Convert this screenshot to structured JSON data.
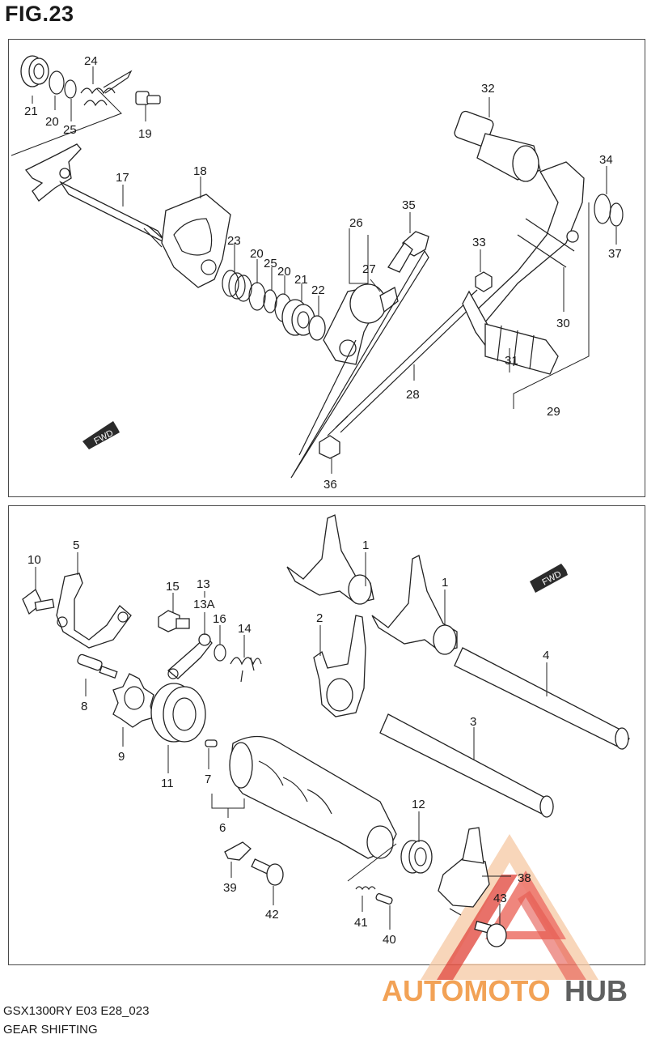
{
  "figure_title": "FIG.23",
  "footer": {
    "model_code": "GSX1300RY E03 E28_023",
    "section_title": "GEAR SHIFTING"
  },
  "fwd_badge_text": "FWD",
  "watermark": {
    "text_part1": "AUTOMOTO",
    "text_part2": "HUB",
    "colors": {
      "orange": "#f2a256",
      "red": "#e2463c",
      "gray": "#5f6060"
    }
  },
  "top_panel_labels": {
    "l24": "24",
    "l21": "21",
    "l20": "20",
    "l25": "25",
    "l19": "19",
    "l17": "17",
    "l18": "18",
    "l23": "23",
    "l20b": "20",
    "l25b": "25",
    "l20c": "20",
    "l21b": "21",
    "l22": "22",
    "l26": "26",
    "l27": "27",
    "l35": "35",
    "l32": "32",
    "l33": "33",
    "l34": "34",
    "l37": "37",
    "l30": "30",
    "l31": "31",
    "l29": "29",
    "l28": "28",
    "l36": "36"
  },
  "bottom_panel_labels": {
    "l10": "10",
    "l5": "5",
    "l15": "15",
    "l13": "13",
    "l13A": "13A",
    "l16": "16",
    "l14": "14",
    "l1a": "1",
    "l1b": "1",
    "l2": "2",
    "l4": "4",
    "l8": "8",
    "l9": "9",
    "l11": "11",
    "l7": "7",
    "l6": "6",
    "l3": "3",
    "l12": "12",
    "l38": "38",
    "l43": "43",
    "l39": "39",
    "l42": "42",
    "l41": "41",
    "l40": "40"
  }
}
